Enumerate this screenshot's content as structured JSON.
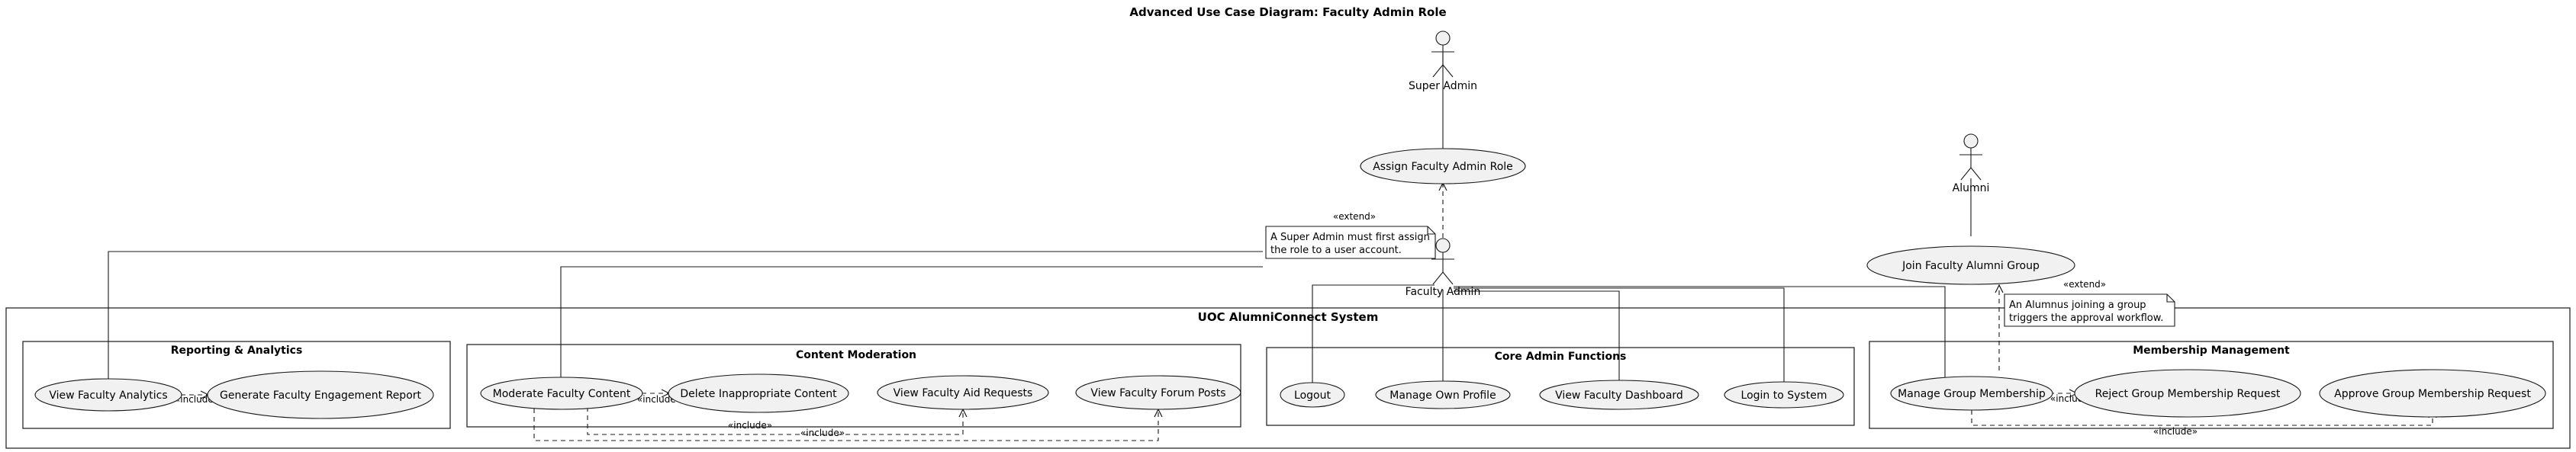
{
  "title": "Advanced Use Case Diagram: Faculty Admin Role",
  "system": {
    "label": "UOC AlumniConnect System"
  },
  "actors": {
    "super_admin": "Super Admin",
    "alumni": "Alumni",
    "faculty_admin": "Faculty Admin"
  },
  "packages": {
    "reporting": "Reporting & Analytics",
    "content": "Content Moderation",
    "core": "Core Admin Functions",
    "membership": "Membership Management"
  },
  "use_cases": {
    "assign_role": "Assign Faculty Admin Role",
    "join_group": "Join Faculty Alumni Group",
    "view_analytics": "View Faculty Analytics",
    "generate_report": "Generate Faculty Engagement Report",
    "moderate_content": "Moderate Faculty Content",
    "delete_content": "Delete Inappropriate Content",
    "view_aid": "View Faculty Aid Requests",
    "view_forum": "View Faculty Forum Posts",
    "logout": "Logout",
    "manage_profile": "Manage Own Profile",
    "view_dashboard": "View Faculty Dashboard",
    "login": "Login to System",
    "manage_membership": "Manage Group Membership",
    "reject_request": "Reject Group Membership Request",
    "approve_request": "Approve Group Membership Request"
  },
  "stereotypes": {
    "extend": "«extend»",
    "include": "«include»"
  },
  "notes": {
    "super_admin_note": [
      "A Super Admin must first assign",
      "the role to a user account."
    ],
    "alumnus_note": [
      "An Alumnus joining a group",
      "triggers the approval workflow."
    ]
  }
}
